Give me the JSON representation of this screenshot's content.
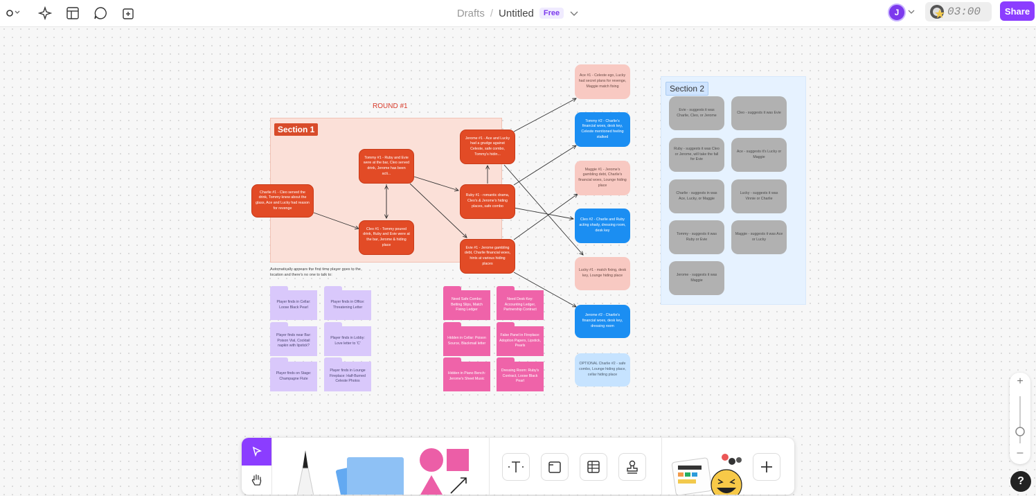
{
  "header": {
    "drafts": "Drafts",
    "separator": "/",
    "title": "Untitled",
    "plan_badge": "Free",
    "avatar_initial": "J",
    "timer": "03:00",
    "share_label": "Share"
  },
  "board": {
    "round_title": "ROUND #1",
    "section1_label": "Section 1",
    "section2_label": "Section 2",
    "note": "Automatically appears the first time player goes to the location and there's no one to talk to:",
    "nodes": {
      "charlie1": "Charlie #1 - Cleo served the drink, Tommy knew about the glass, Ace and Lucky had reason for revenge",
      "tommy1": "Tommy #1 - Ruby and Evie were at the bar, Cleo served drink, Jerome has been acti...",
      "cleo1": "Cleo #1 - Tommy poured drink, Ruby and Evie were at the bar, Jerome & hiding place",
      "jerome1": "Jerome #1 - Ace and Lucky had a grudge against Celeste, safe combo, Tommy's hidin...",
      "ruby1": "Ruby #1 - romantic drama, Cleo's & Jerome's hiding places, safe combo",
      "evie1": "Evie #1 - Jerome gambling debt, Charlie financial woes, hints at various hiding places",
      "ace1": "Ace #1 - Celeste ego, Lucky had secret plans for revenge, Maggie match fixing",
      "tommy2": "Tommy #2 - Charlie's financial woes, desk key, Celeste mentioned feeling stalked",
      "maggie1": "Maggie #1 - Jerome's gambling debt, Charlie's financial woes, Lounge hiding place",
      "cleo2": "Cleo #2 - Charlie and Ruby acting shady, dressing room, desk key",
      "lucky1": "Lucky #1 - match fixing, desk key, Lounge hiding place",
      "jerome2": "Jerome #2 - Charlie's financial woes, desk key, dressing room",
      "charlie2": "OPTIONAL Charlie #2 - safe combo, Lounge hiding place, cellar hiding place"
    },
    "lavender_cards": [
      "Player finds in Cellar: Loose Black Pearl",
      "Player finds in Office: Threatening Letter",
      "Player finds near Bar: Poison Vial, Cocktail napkin with lipstick?",
      "Player finds in Lobby: Love letter to 'C'",
      "Player finds on Stage: Champagne Flute",
      "Player finds in Lounge Fireplace: Half-Burned Celeste Photos"
    ],
    "pink_cards": [
      "Need Safe Combo: Betting Slips, Match Fixing Ledger",
      "Need Desk Key: Accounting Ledger, Partnership Contract",
      "Hidden in Cellar: Poison Source, Blackmail letter",
      "False Panel in Fireplace: Adoption Papers, Lipstick, Pearls",
      "Hidden in Piano Bench: Jerome's Sheet Music",
      "Dressing Room: Ruby's Contract, Loose Black Pearl"
    ],
    "suggestions": [
      "Evie - suggests it was Charlie, Cleo, or Jerome",
      "Cleo - suggests it was Evie",
      "Ruby - suggests it was Cleo or Jerome, will take the fall for Evie",
      "Ace - suggests it's Lucky or Maggie",
      "Charlie - suggests in was Ace, Lucky, or Maggie",
      "Lucky - suggests it was Vinnie or Charlie",
      "Tommy - suggests it was Ruby or Evie",
      "Maggie - suggests it was Ace or Lucky",
      "Jerome - suggests it was Maggie"
    ]
  },
  "toolbar": {
    "tools": [
      "move-tool",
      "hand-tool",
      "pen-tool",
      "sticky-note-tool",
      "shapes-tool",
      "text-tool",
      "section-tool",
      "table-tool",
      "stamp-tool",
      "widgets",
      "add-more"
    ]
  },
  "zoom_controls": {
    "zoom_in": "+",
    "zoom_out": "–"
  },
  "help_label": "?",
  "colors": {
    "accent": "#8b3dff",
    "red_node": "#e24b26",
    "salmon_node": "#f8c9c2",
    "blue_node": "#1b8ef2",
    "light_blue_node": "#c6e3ff",
    "gray_node": "#b1b1b1",
    "lavender_card": "#d9c8fb",
    "pink_card": "#ef63a9",
    "section1_fill": "#fbe0d8",
    "section2_fill": "#e6f2ff"
  }
}
